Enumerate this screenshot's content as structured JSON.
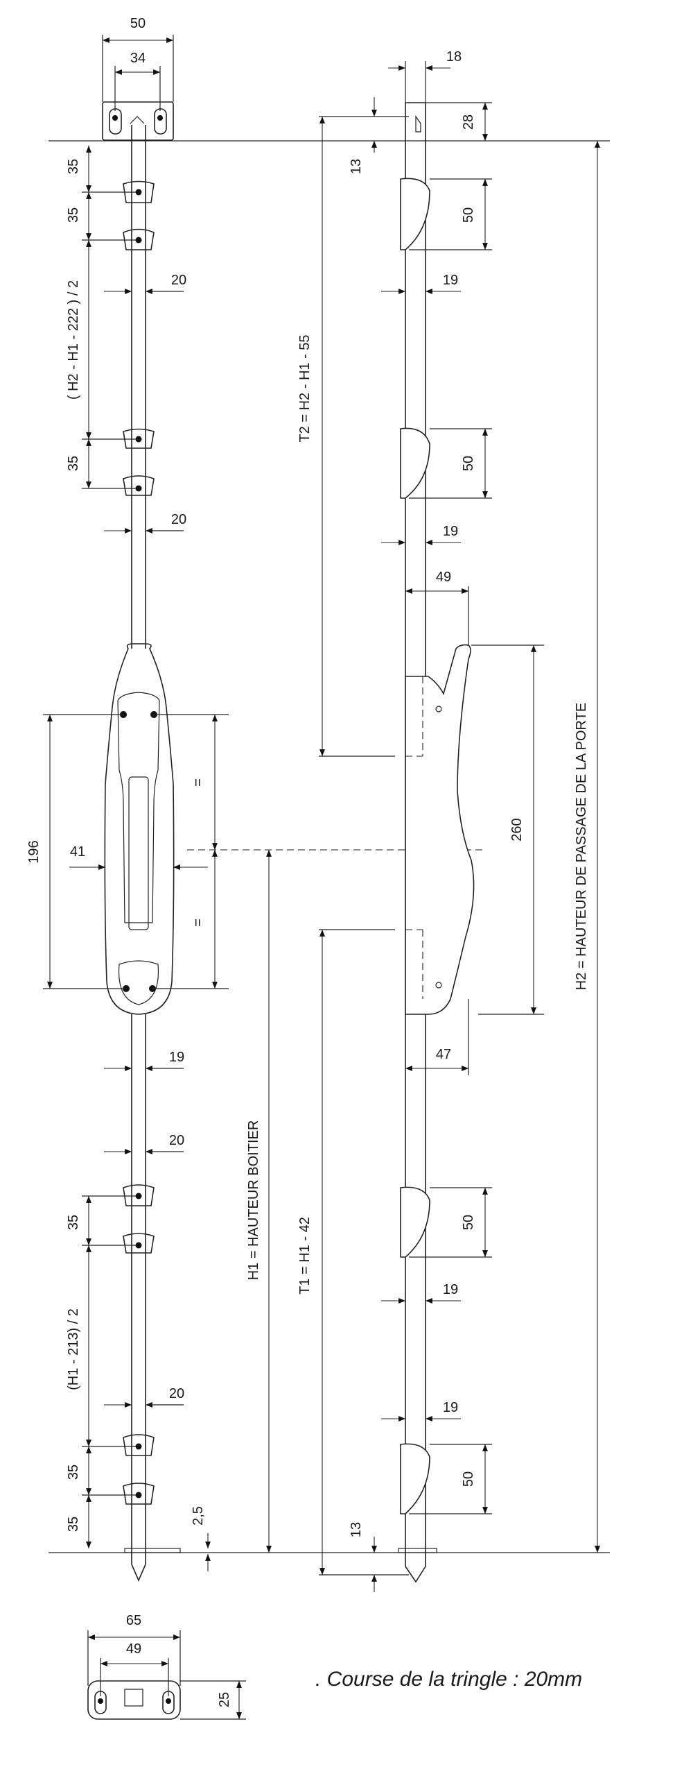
{
  "dimensions": {
    "keeper_top_width": "50",
    "keeper_top_holes": "34",
    "upper_pitch_a": "35",
    "upper_pitch_b": "35",
    "upper_formula": "( H2 - H1 - 222 ) / 2",
    "upper_rod_20_a": "20",
    "upper_pitch_c": "35",
    "upper_rod_20_b": "20",
    "handle_fixings": "196",
    "handle_width": "41",
    "equal_top": "=",
    "equal_bottom": "=",
    "rod_19_below_handle": "19",
    "lower_rod_20_a": "20",
    "lower_pitch_a": "35",
    "lower_formula": "(H1 - 213) / 2",
    "lower_rod_20_b": "20",
    "lower_pitch_b": "35",
    "lower_pitch_c": "35",
    "rod_end_offset": "2,5",
    "h1_label": "H1 = HAUTEUR BOITIER",
    "t2_label": "T2 = H2 - H1 - 55",
    "t1_label": "T1 = H1 - 42",
    "h2_label": "H2 = HAUTEUR DE PASSAGE DE LA PORTE",
    "side_top_width": "18",
    "side_top_height": "28",
    "side_top_gap": "13",
    "hook_1_length": "50",
    "hook_1_offset": "19",
    "hook_2_length": "50",
    "hook_2_offset": "19",
    "handle_projection": "49",
    "handle_length": "260",
    "handle_base": "47",
    "hook_3_length": "50",
    "hook_3_offset": "19",
    "hook_4_offset": "19",
    "hook_4_length": "50",
    "side_bottom_gap": "13",
    "keeper_bottom_width": "65",
    "keeper_bottom_holes": "49",
    "keeper_bottom_height": "25"
  },
  "note": ". Course de la tringle : 20mm",
  "colors": {
    "line": "#222222",
    "background": "#ffffff"
  }
}
